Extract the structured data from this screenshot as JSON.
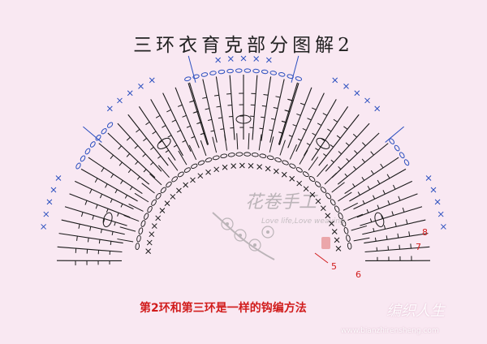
{
  "title": "三环衣育克部分图解2",
  "caption": "第2环和第三环是一样的钩编方法",
  "watermark": {
    "seal_text": "花卷手工",
    "slogan": "Love life,Love weaving.",
    "brand": "编织人生",
    "url": "www.bianzhirensheng.com"
  },
  "row_labels": [
    "5",
    "6",
    "7",
    "8"
  ],
  "colors": {
    "background": "#f9e8f2",
    "stitch": "#1a1a1a",
    "chain": "#2b4fbf",
    "marker": "#d11c1c"
  },
  "icons": [
    "chain-oval-symbol",
    "single-crochet-x-symbol",
    "double-crochet-symbol",
    "direction-arrow-symbol"
  ]
}
